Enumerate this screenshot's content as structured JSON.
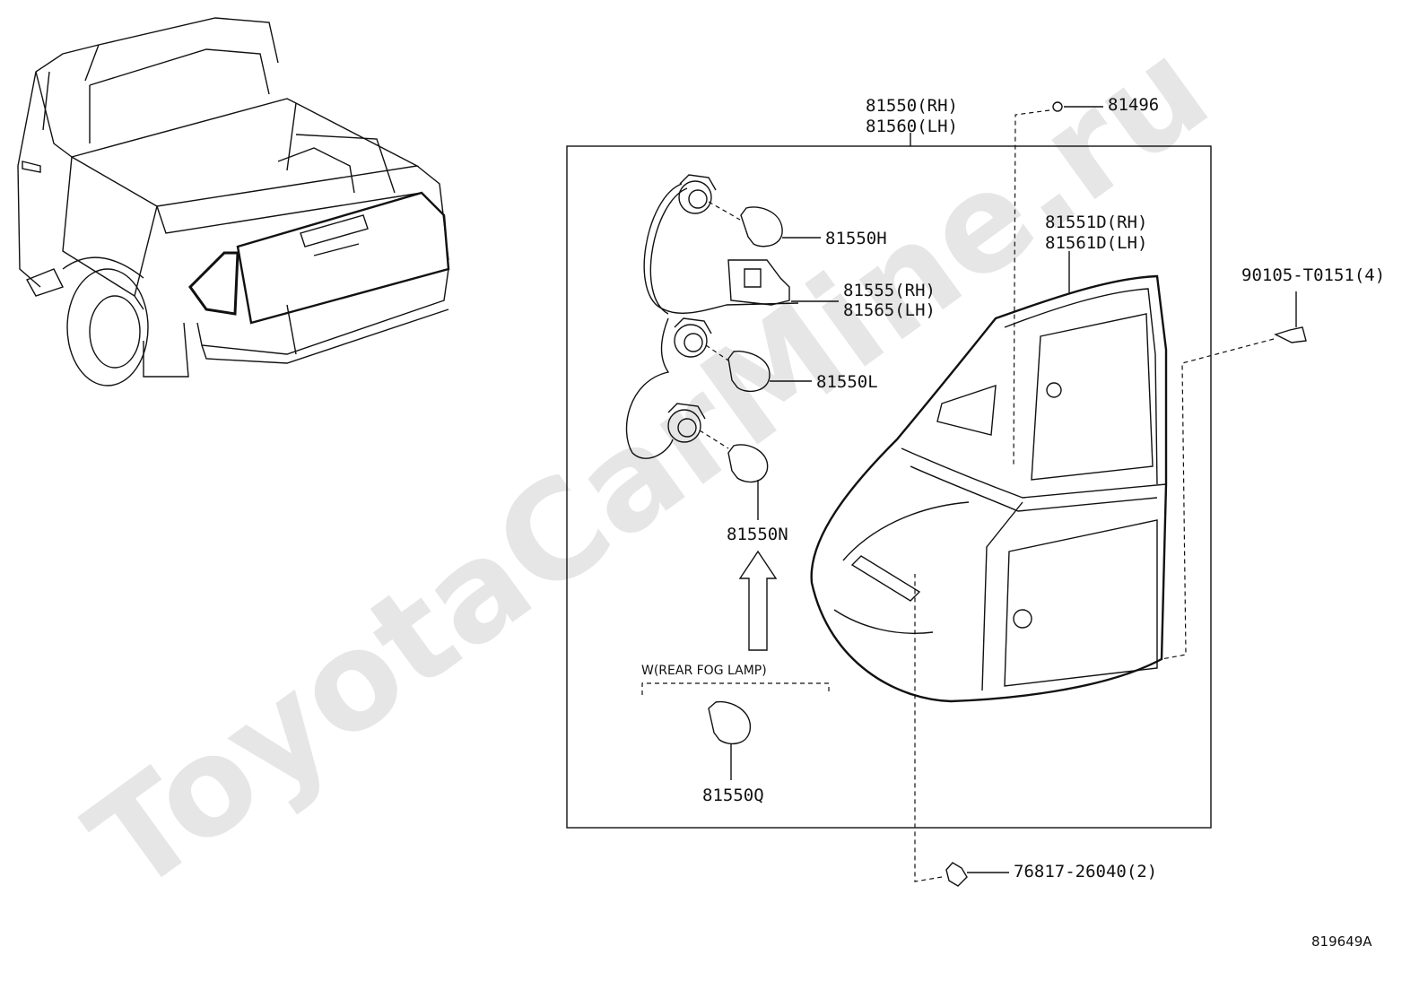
{
  "watermark": "ToyotaCarMine.ru",
  "diagram_code": "819649A",
  "assembly": {
    "rh": "81550(RH)",
    "lh": "81560(LH)"
  },
  "lens": {
    "rh": "81551D(RH)",
    "lh": "81561D(LH)"
  },
  "socket_wire": {
    "rh": "81555(RH)",
    "lh": "81565(LH)"
  },
  "parts": {
    "clip": "81496",
    "screw": "90105-T0151(4)",
    "nut": "76817-26040(2)",
    "bulb_h": "81550H",
    "bulb_l": "81550L",
    "bulb_n": "81550N",
    "bulb_q": "81550Q"
  },
  "fog_note": "W(REAR FOG LAMP)"
}
